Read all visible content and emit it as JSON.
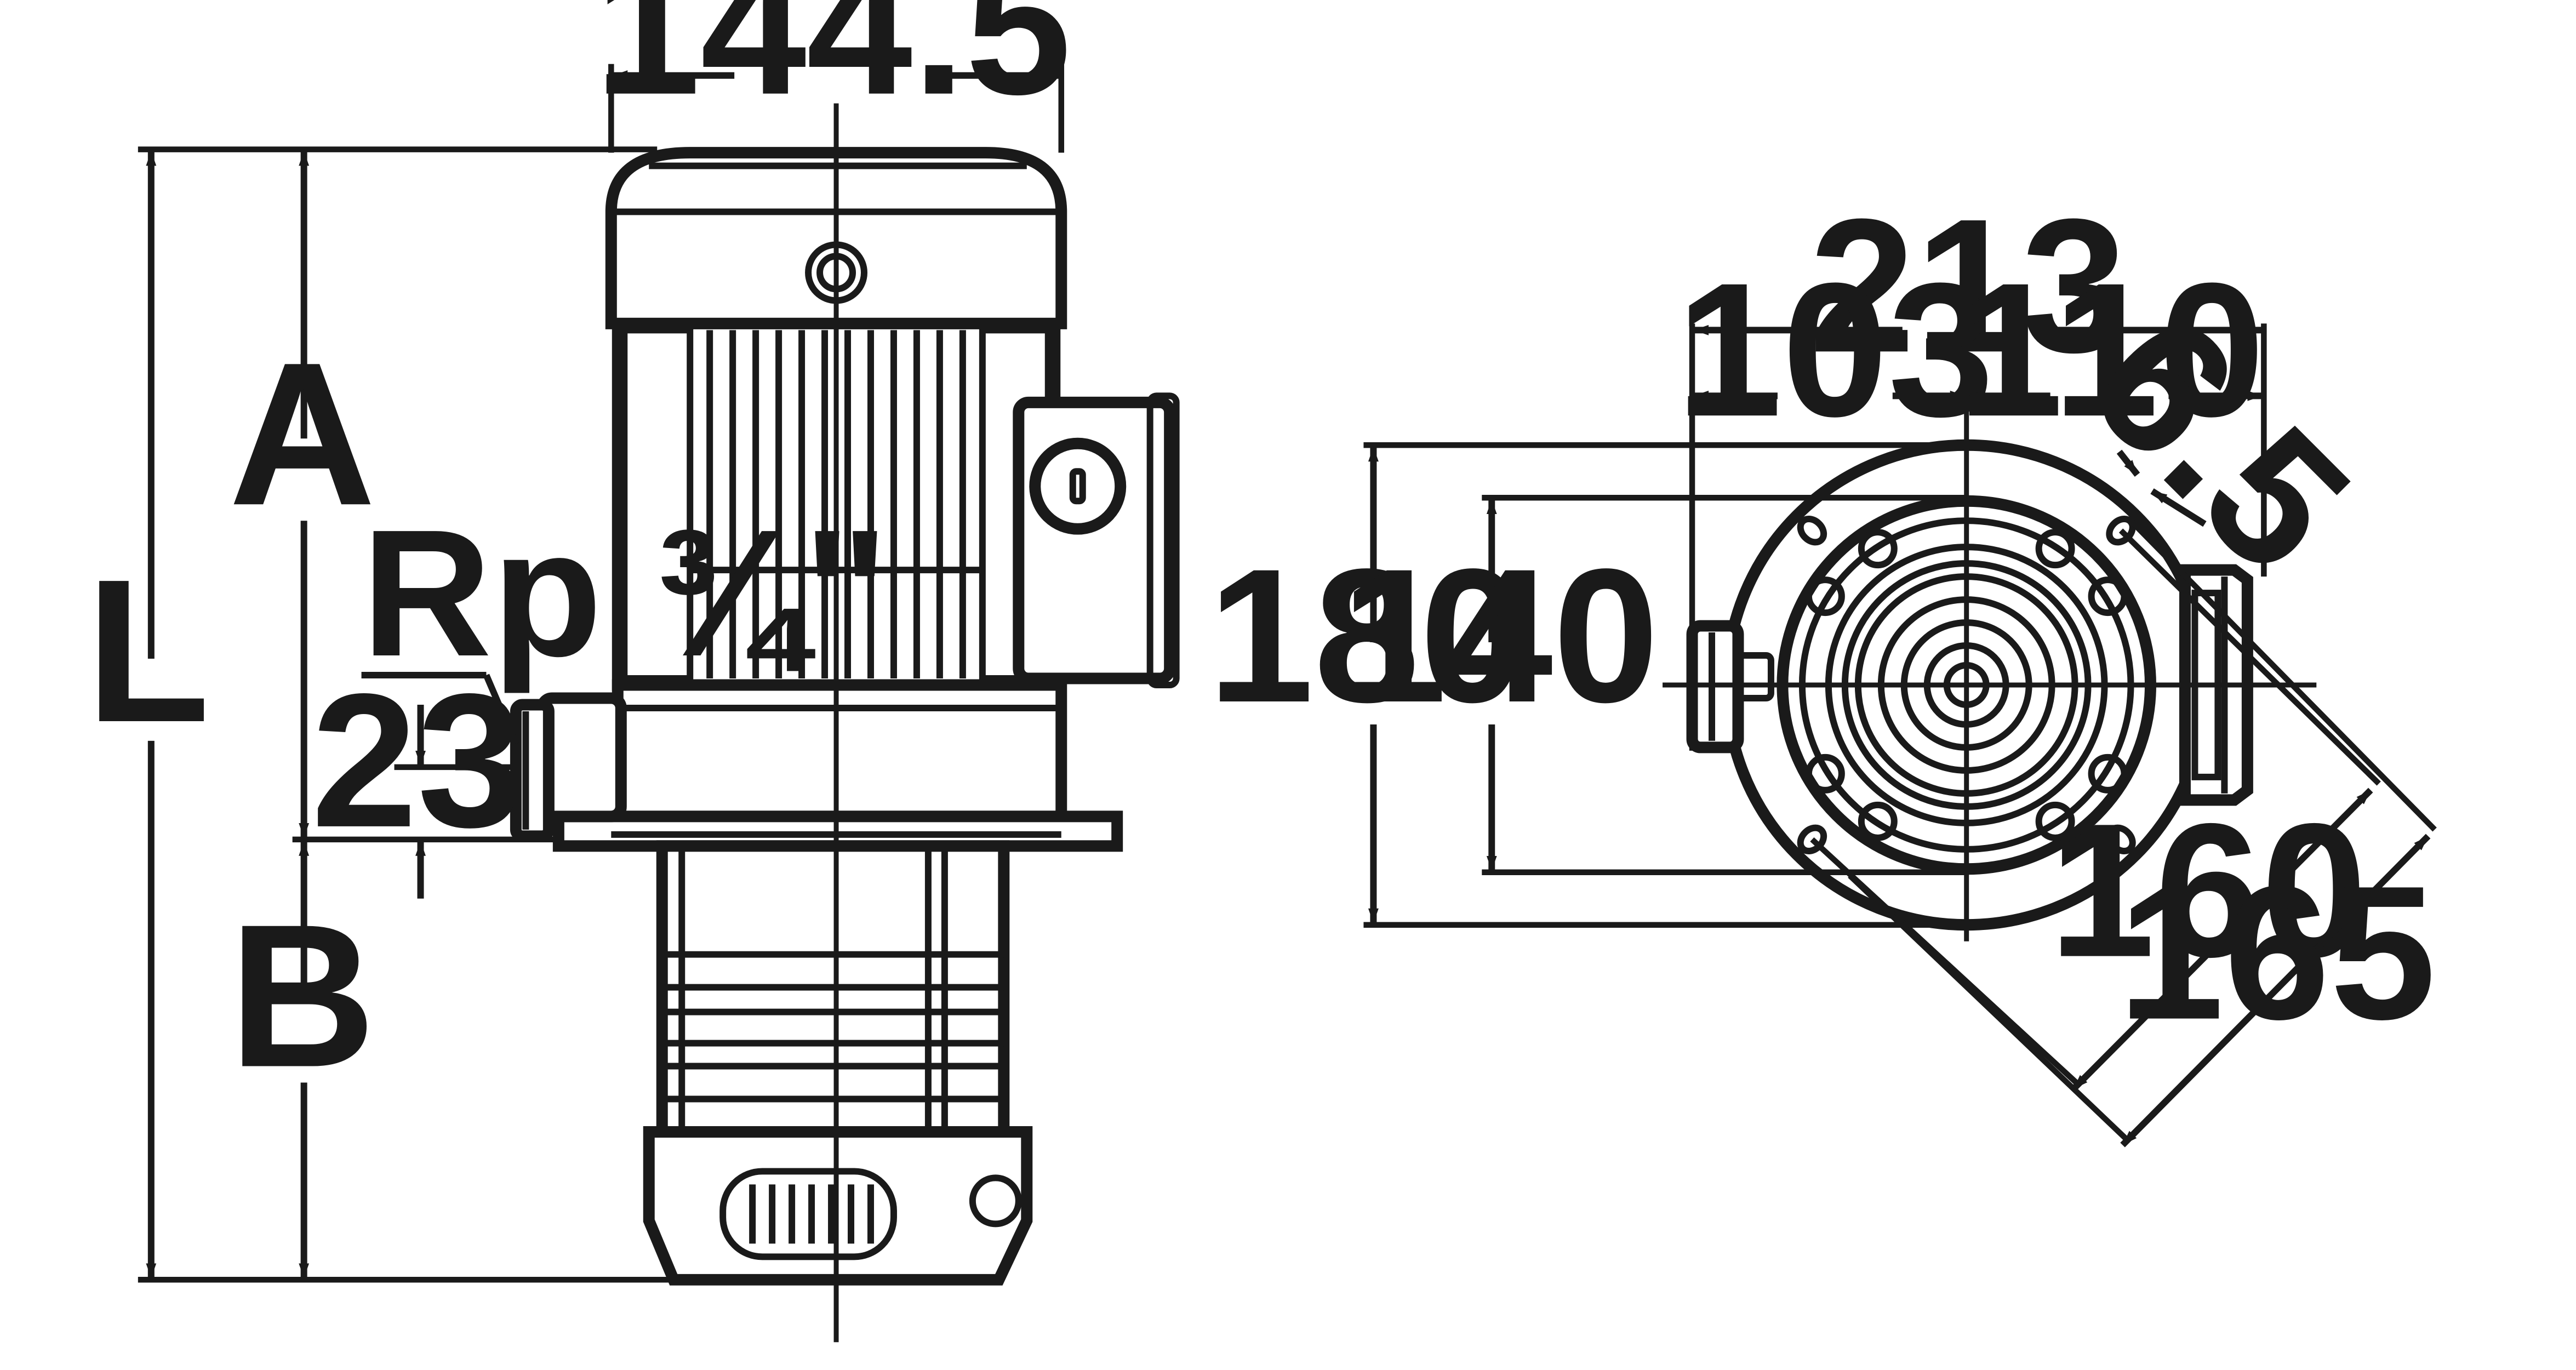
{
  "side_view": {
    "width_label": "144.5",
    "total_length_label": "L",
    "upper_length_label": "A",
    "lower_length_label": "B",
    "port_thread_label": "Rp ¾\"",
    "port_offset_label": "23"
  },
  "flange_view": {
    "overall_width_label": "213",
    "left_offset_label": "103",
    "right_offset_label": "110",
    "hole_diameter_label": "6.5",
    "outer_height_label": "180",
    "inner_height_label": "140",
    "hole_circle_label": "160",
    "outer_circle_label": "165"
  },
  "colors": {
    "line": "#1a1a1a",
    "background": "#ffffff"
  }
}
